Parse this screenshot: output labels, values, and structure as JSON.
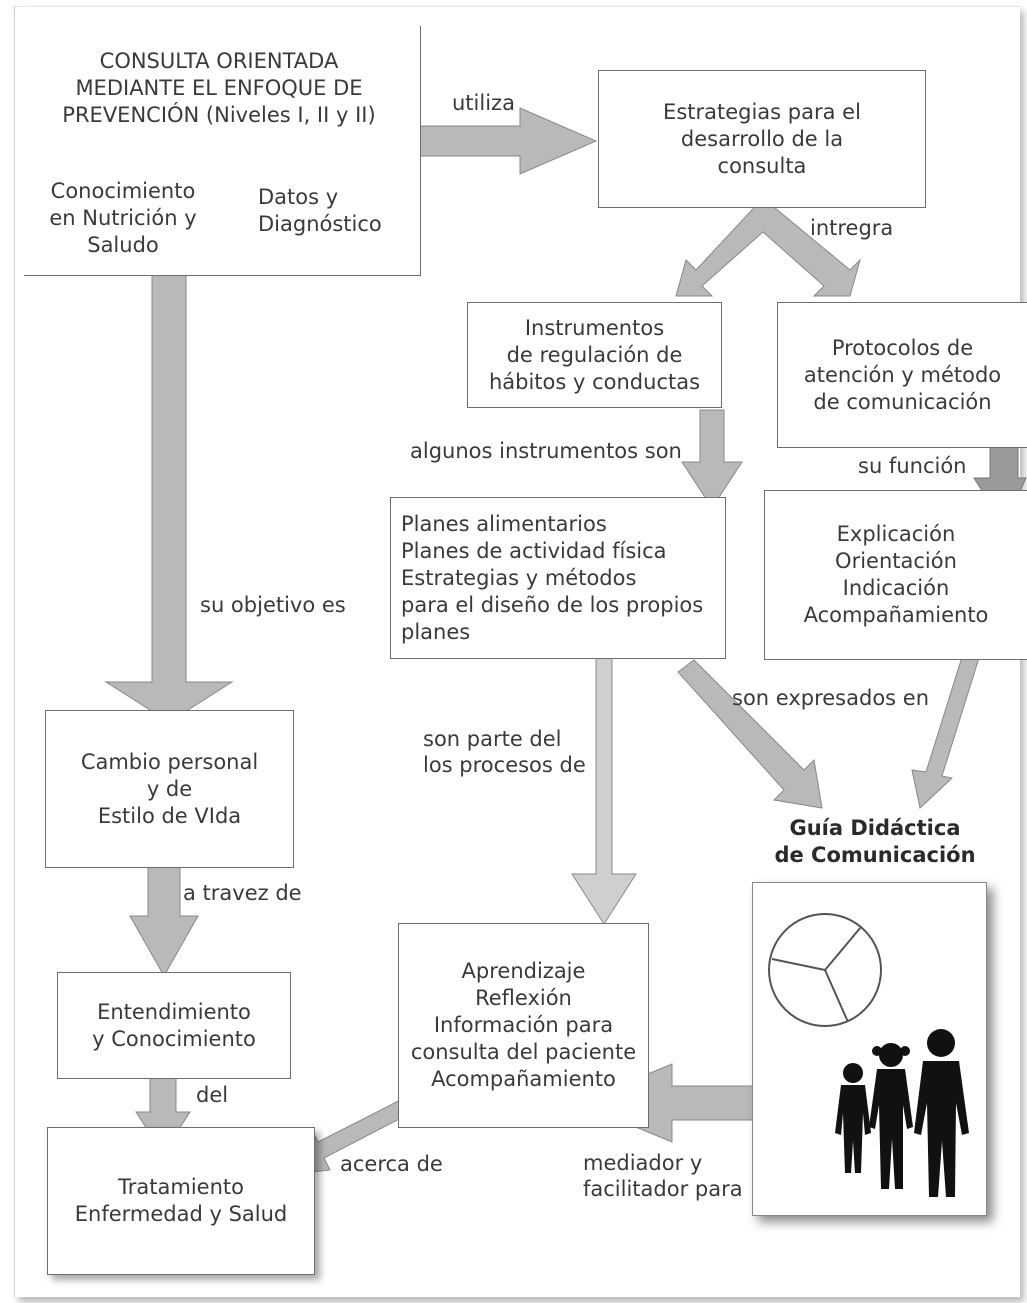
{
  "boxes": {
    "consulta": {
      "title": "CONSULTA ORIENTADA\nMEDIANTE EL ENFOQUE DE\nPREVENCIÓN (Niveles I, II y II)",
      "left_text": "Conocimiento\nen Nutrición y\nSaludo",
      "right_text": "Datos y\nDiagnóstico"
    },
    "estrategias": "Estrategias para el\ndesarrollo de la\nconsulta",
    "instrumentos": "Instrumentos\nde regulación de\nhábitos y conductas",
    "protocolos": "Protocolos de\natención y método\nde comunicación",
    "planes": "Planes alimentarios\nPlanes de actividad física\nEstrategias y métodos\n para el diseño de los propios\n planes",
    "funcion": "Explicación\nOrientación\nIndicación\nAcompañamiento",
    "cambio": "Cambio personal\ny de\nEstilo de VIda",
    "entendimiento": "Entendimiento\ny Conocimiento",
    "aprendizaje": "Aprendizaje\nReflexión\nInformación para\nconsulta del paciente\nAcompañamiento",
    "tratamiento": "Tratamiento\nEnfermedad y Salud"
  },
  "labels": {
    "utiliza": "utiliza",
    "intregra": "intregra",
    "algunos": "algunos instrumentos son",
    "su_funcion": "su función",
    "su_objetivo": "su objetivo es",
    "son_expresados": "son expresados en",
    "son_parte": "son parte del\nlos procesos de",
    "a_travez": "a travez de",
    "del": "del",
    "acerca": "acerca de",
    "mediador": "mediador y\nfacilitador para"
  },
  "guide": {
    "title": "Guía Didáctica\nde Comunicación",
    "icons": [
      "pie-chart-icon",
      "family-silhouette-icon"
    ]
  },
  "colors": {
    "arrow_fill": "#b9b9b9",
    "arrow_fill_light": "#cfcfcf",
    "arrow_fill_dark": "#9a9a9a",
    "border": "#6e6e6e",
    "text": "#3a3a3a"
  }
}
